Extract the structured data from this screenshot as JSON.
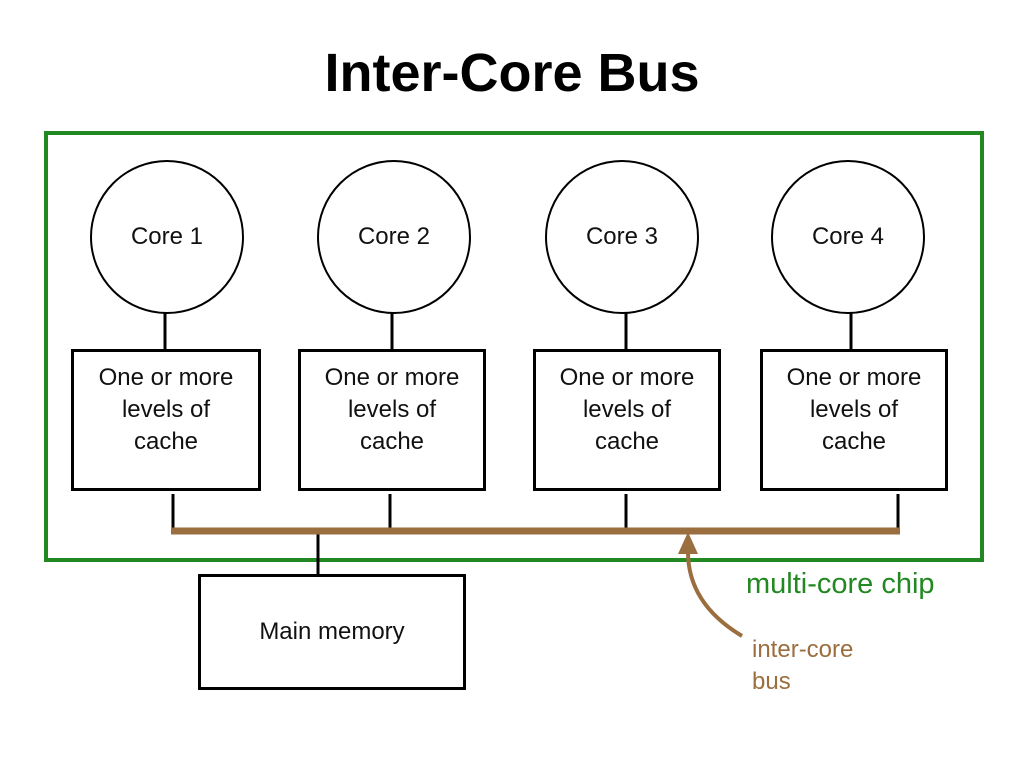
{
  "title": "Inter-Core Bus",
  "cores": [
    {
      "label": "Core 1",
      "cache": "One or more\nlevels of\ncache"
    },
    {
      "label": "Core 2",
      "cache": "One or more\nlevels of\ncache"
    },
    {
      "label": "Core 3",
      "cache": "One or more\nlevels of\ncache"
    },
    {
      "label": "Core 4",
      "cache": "One or more\nlevels of\ncache"
    }
  ],
  "memory": {
    "label": "Main memory"
  },
  "chip_label": "multi-core chip",
  "bus_label": "inter-core\nbus",
  "colors": {
    "chip_border": "#228822",
    "bus": "#9a6e3f",
    "lines": "#000000"
  }
}
